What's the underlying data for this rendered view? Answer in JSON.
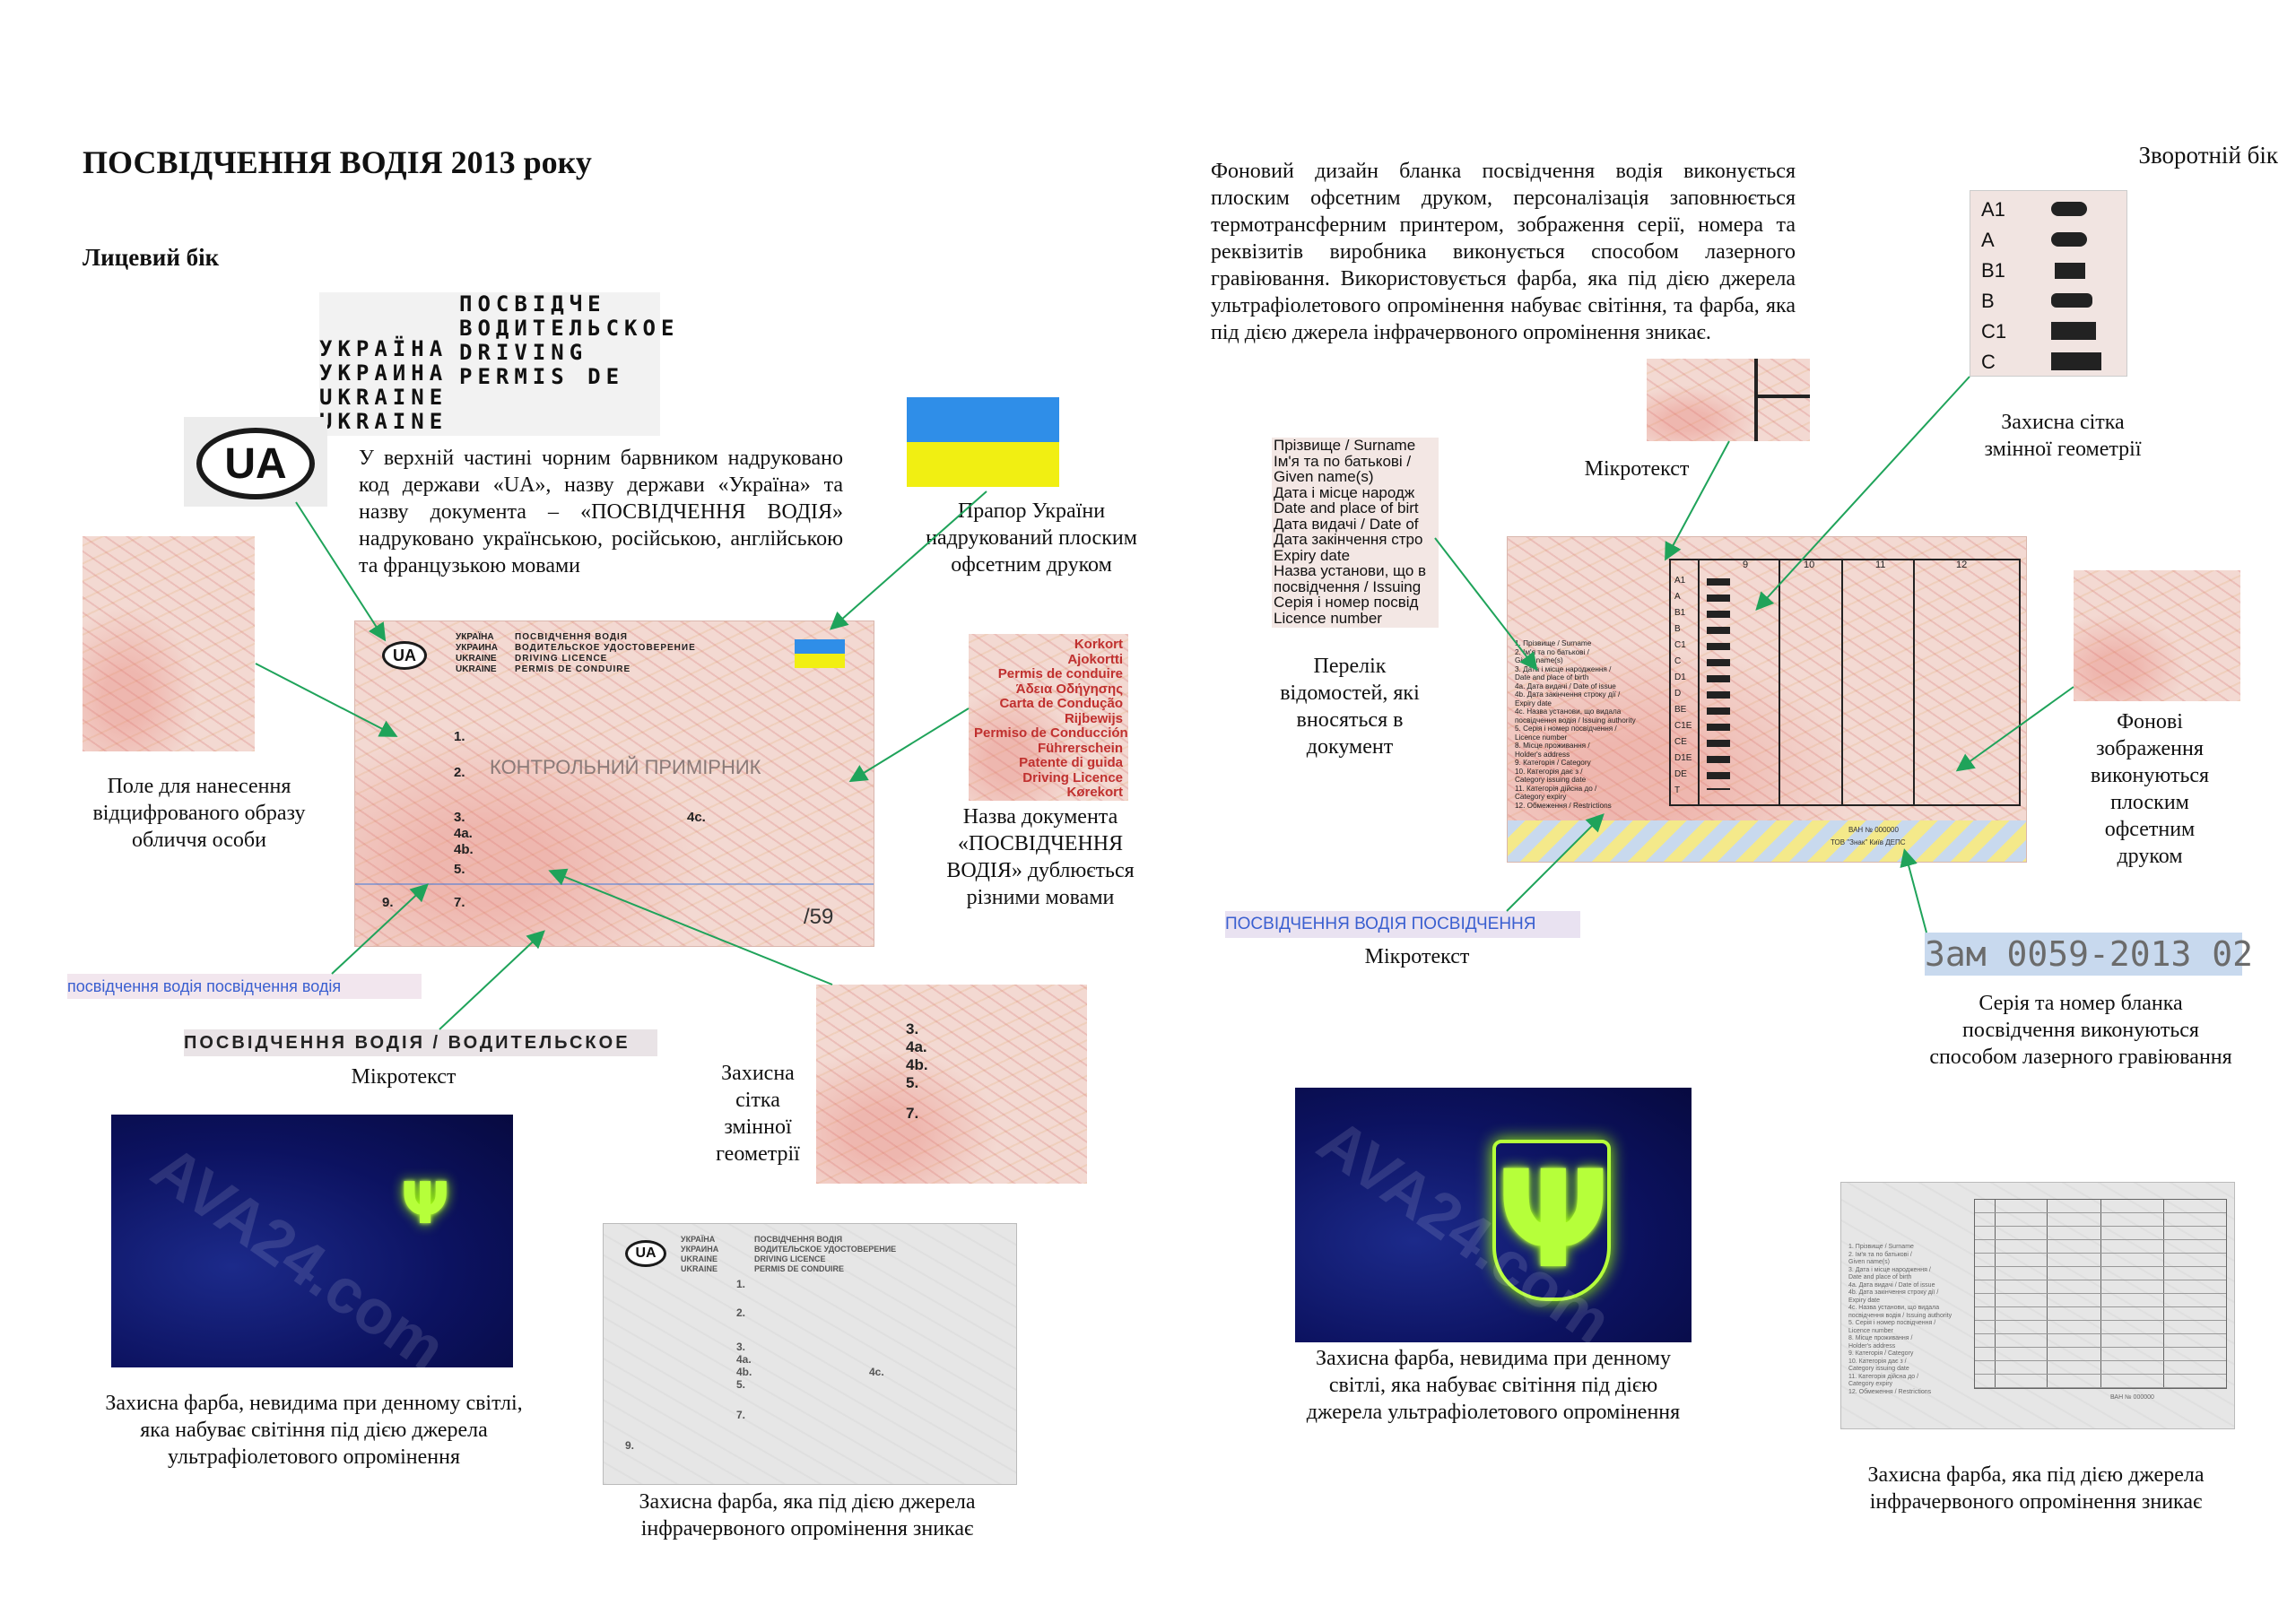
{
  "title": "ПОСВІДЧЕННЯ ВОДІЯ 2013 року",
  "front_heading": "Лицевий бік",
  "back_heading": "Зворотній бік",
  "top_text": "У верхній частині чорним барвником надруковано код держави «UA», назву держави «Україна» та назву документа – «ПОСВІДЧЕННЯ ВОДІЯ» надруковано українською, російською, англійською та французькою мовами",
  "ua_code": "UA",
  "header_lines": [
    "УКРАЇНА",
    "УКРАИНА",
    "UKRAINE",
    "UKRAINE"
  ],
  "doc_name_lines": [
    "ПОСВІДЧЕННЯ ВОДІЯ",
    "ВОДИТЕЛЬСКОЕ УДОСТОВЕРЕНИЕ",
    "DRIVING LICENCE",
    "PERMIS DE CONDUIRE"
  ],
  "zoom_header_left": [
    "УКРАЇНА",
    "УКРАИНА",
    "UKRAINE",
    "UKRAINE"
  ],
  "zoom_header_right": [
    "ПОСВІДЧЕ",
    "ВОДИТЕЛЬСКОЕ",
    "DRIVING",
    "PERMIS DE"
  ],
  "flag_caption": "Прапор України надрукований плоским офсетним друком",
  "flag_colors": [
    "#2f8ee8",
    "#f1ef12"
  ],
  "photo_field_caption": "Поле для нанесення відцифрованого образу обличчя особи",
  "doc_name_caption": "Назва документа «ПОСВІДЧЕННЯ ВОДІЯ» дублюється різними мовами",
  "languages_zoom": [
    "Korkort",
    "Ajokortti",
    "Permis de conduire",
    "Άδεια Οδήγησης",
    "Carta de Condução",
    "Rijbewijs",
    "Permiso de Conducción",
    "Führerschein",
    "Patente di guida",
    "Driving Licence",
    "Kørekort"
  ],
  "control_sample": "КОНТРОЛЬНИЙ ПРИМІРНИК",
  "front_fields": [
    "1.",
    "2.",
    "3.",
    "4a.",
    "4b.",
    "4c.",
    "5.",
    "7.",
    "9."
  ],
  "front_number": "/59",
  "microtext_caption": "Мікротекст",
  "microtext_a": "посвідчення водія посвідчення водія",
  "microtext_b": "ПОСВІДЧЕННЯ ВОДІЯ / ВОДИТЕЛЬСКОЕ",
  "security_grid_caption": "Захисна сітка змінної геометрії",
  "grid_zoom_fields": [
    "3.",
    "4a.",
    "4b.",
    "5.",
    "7."
  ],
  "uv_front_caption": "Захисна фарба, невидима при денному світлі, яка набуває світіння під дією джерела ультрафіолетового опромінення",
  "ir_front_caption": "Захисна фарба, яка під дією джерела інфрачервоного опромінення зникає",
  "back_text": "Фоновий дизайн бланка посвідчення водія виконується плоским офсетним друком, персоналізація заповнюється термотрансферним принтером, зображення серії, номера та реквізитів виробника виконується способом лазерного гравіювання. Використовується фарба, яка під дією джерела ультрафіолетового опромінення набуває світіння, та фарба, яка під дією джерела інфрачервоного опромінення зникає.",
  "fields_zoom": [
    "Прізвище / Surname",
    "Ім'я та по батькові /",
    "Given name(s)",
    "Дата і місце народж",
    "Date and place of birt",
    "Дата видачі / Date of",
    "Дата закінчення стро",
    "Expiry date",
    "Назва установи, що в",
    "посвідчення / Issuing",
    "Серія і номер посвід",
    "Licence number"
  ],
  "fields_caption": "Перелік відомостей, які вносяться в документ",
  "back_fields": [
    "1. Прізвище / Surname",
    "2. Ім'я та по батькові /",
    "Given name(s)",
    "3. Дата і місце народження /",
    "Date and place of birth",
    "4a. Дата видачі / Date of issue",
    "4b. Дата закінчення строку дії /",
    "Expiry date",
    "4c. Назва установи, що видала",
    "посвідчення водія / Issuing authority",
    "5. Серія і номер посвідчення /",
    "Licence number",
    "8. Місце проживання /",
    "Holder's address",
    "9. Категорія / Category",
    "10. Категорія дає з /",
    "Category issuing date",
    "11. Категорія дійсна до /",
    "Category expiry",
    "12. Обмеження / Restrictions"
  ],
  "categories": [
    "A1",
    "A",
    "B1",
    "B",
    "C1",
    "C",
    "D1",
    "D",
    "BE",
    "C1E",
    "CE",
    "D1E",
    "DE",
    "T"
  ],
  "cat_columns": [
    "9",
    "10",
    "11",
    "12"
  ],
  "cat_zoom": [
    "A1",
    "A",
    "B1",
    "B",
    "C1",
    "C"
  ],
  "back_bottom_left": "ВАН № 000000",
  "back_bottom_right": "ТОВ \"Знак\" Київ ДЕПС",
  "back_microtext": "ПОСВІДЧЕННЯ ВОДІЯ ПОСВІДЧЕННЯ",
  "background_caption": "Фонові зображення виконуються плоским офсетним друком",
  "serial": "Зам 0059-2013 02",
  "serial_caption": "Серія та номер бланка посвідчення виконуються способом лазерного гравіювання",
  "uv_back_caption": "Захисна фарба, невидима при денному світлі, яка набуває світіння під дією джерела ультрафіолетового опромінення",
  "ir_back_caption": "Захисна фарба, яка під дією джерела інфрачервоного опромінення зникає",
  "watermark": "AVA24.com",
  "arrow_color": "#1fa35a"
}
